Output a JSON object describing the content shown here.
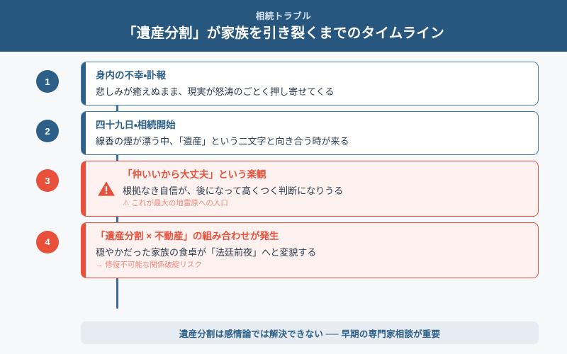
{
  "header": {
    "eyebrow": "相続トラブル",
    "title": "「遺産分割」が家族を引き裂くまでのタイムライン",
    "bg_color": "#27567f"
  },
  "colors": {
    "page_bg": "#f7f8fa",
    "blue": "#2d6089",
    "blue_border": "#4a7ba6",
    "red": "#e8503c",
    "red_bg": "#fdf2f0",
    "note_red": "#f08a7a",
    "footer_bg": "#e6ecf2",
    "axis": "#3d6e99"
  },
  "timeline": {
    "steps": [
      {
        "number": "1",
        "tone": "blue",
        "title": "身内の不幸・訃報",
        "desc": "悲しみが癒えぬまま、現実が怒涛のごとく押し寄せてくる",
        "note": "",
        "icon": ""
      },
      {
        "number": "2",
        "tone": "blue",
        "title": "四十九日・相続開始",
        "desc": "線香の煙が漂う中、「遺産」という二文字と向き合う時が来る",
        "note": "",
        "icon": ""
      },
      {
        "number": "3",
        "tone": "red",
        "title": "「仲いいから大丈夫」という楽観",
        "desc": "根拠なき自信が、後になって高くつく判断になりうる",
        "note": "⚠ これが最大の地雷原への入口",
        "icon": "warning-triangle-icon"
      },
      {
        "number": "4",
        "tone": "red",
        "title": "「遺産分割 × 不動産」の組み合わせが発生",
        "desc": "穏やかだった家族の食卓が「法廷前夜」へと変貌する",
        "note": "→ 修復不可能な関係破綻リスク",
        "icon": ""
      }
    ]
  },
  "footer": {
    "text": "遺産分割は感情論では解決できない ── 早期の専門家相談が重要"
  }
}
